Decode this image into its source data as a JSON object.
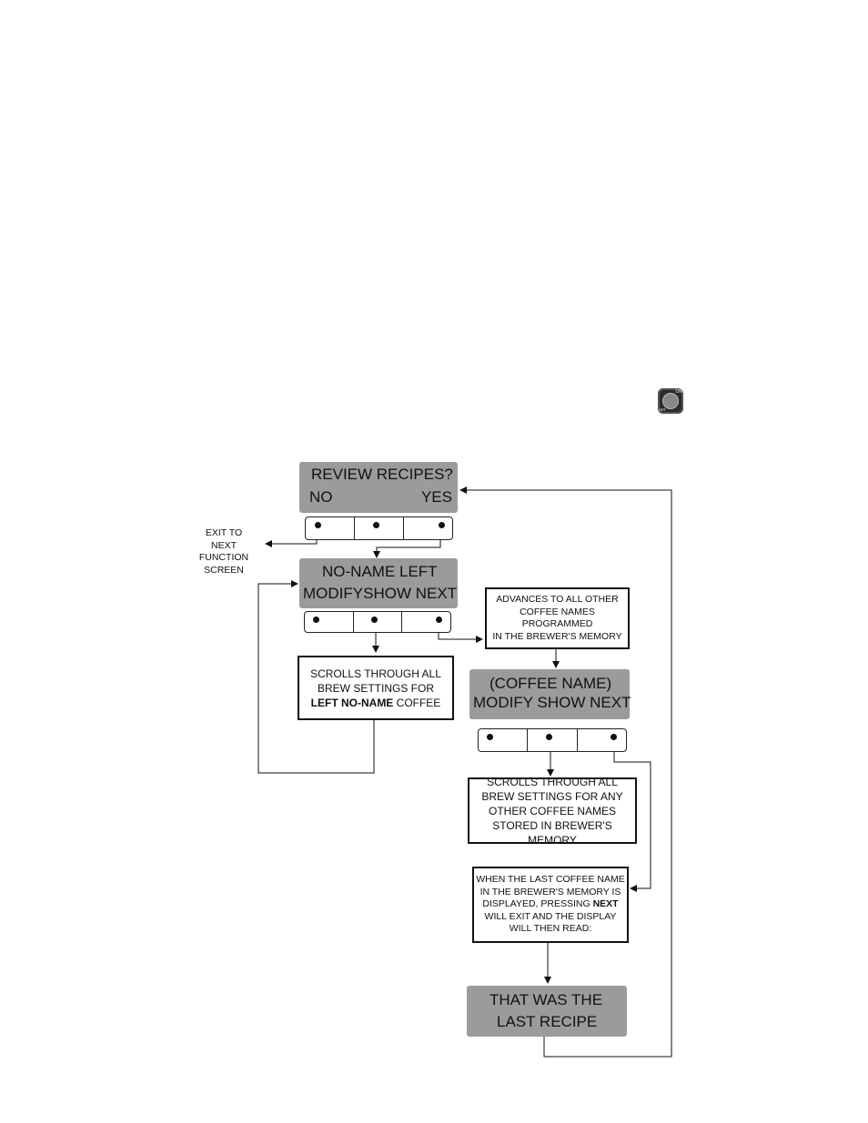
{
  "power_icon": {
    "name": "power-on-off-icon",
    "on_label": "ON",
    "off_label": "OFF"
  },
  "screens": {
    "review": {
      "line1": "REVIEW RECIPES?",
      "left": "NO",
      "right": "YES"
    },
    "noname": {
      "line1": "NO-NAME LEFT",
      "line2": "MODIFYSHOW NEXT"
    },
    "coffee": {
      "line1": "(COFFEE NAME)",
      "line2": "MODIFY SHOW NEXT"
    },
    "last": {
      "line1": "THAT WAS THE",
      "line2": "LAST RECIPE"
    }
  },
  "exit_note": {
    "l1": "EXIT TO",
    "l2": "NEXT FUNCTION",
    "l3": "SCREEN"
  },
  "notes": {
    "advances": {
      "l1": "ADVANCES TO ALL OTHER",
      "l2": "COFFEE NAMES PROGRAMMED",
      "l3": "IN THE BREWER'S MEMORY"
    },
    "scroll_left": {
      "l1": "SCROLLS THROUGH ALL",
      "l2": "BREW SETTINGS FOR",
      "l3_bold": "LEFT NO-NAME",
      "l3_rest": " COFFEE"
    },
    "scroll_other": {
      "l1": "SCROLLS THROUGH ALL",
      "l2": "BREW SETTINGS FOR ANY",
      "l3": "OTHER COFFEE  NAMES",
      "l4": "STORED IN BREWER'S MEMORY"
    },
    "last_name": {
      "l1": "WHEN THE LAST COFFEE NAME",
      "l2": "IN THE BREWER'S MEMORY IS",
      "l3_pre": "DISPLAYED, PRESSING ",
      "l3_bold": "NEXT",
      "l4": "WILL EXIT AND THE DISPLAY",
      "l5": "WILL THEN READ:"
    }
  }
}
